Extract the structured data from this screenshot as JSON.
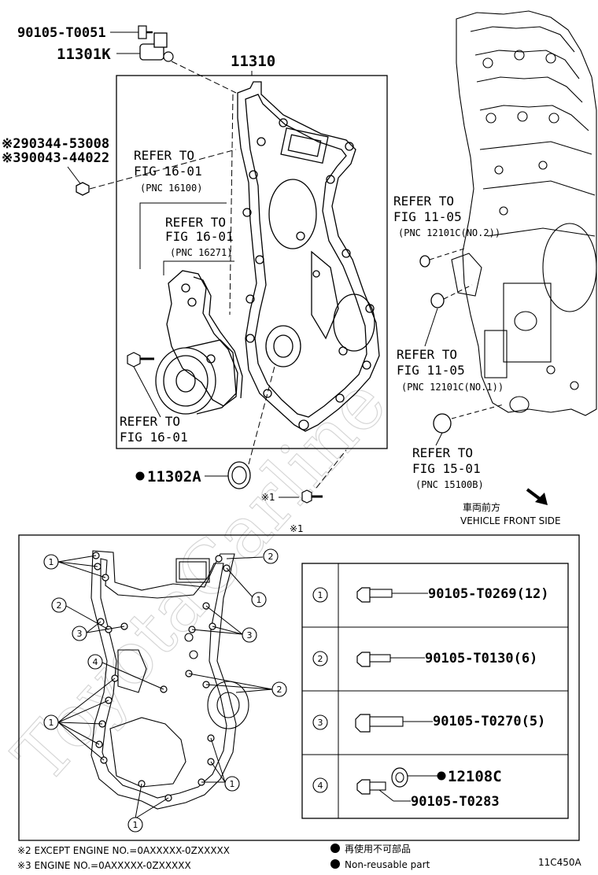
{
  "top_labels": {
    "bolt_pn": "90105-T0051",
    "sensor_pn": "11301K",
    "cover_pn": "11310",
    "nut_pn_line1": "※290344-53008",
    "nut_pn_line2": "※390043-44022",
    "seal_pn": "11302A",
    "bolt_ref_mark": "※1",
    "inset_ref_mark": "※1"
  },
  "refer_notes": [
    {
      "line1": "REFER TO",
      "line2": "FIG 16-01",
      "pnc": "(PNC 16100)"
    },
    {
      "line1": "REFER TO",
      "line2": "FIG 16-01",
      "pnc": "(PNC 16271)"
    },
    {
      "line1": "REFER TO",
      "line2": "FIG 16-01"
    },
    {
      "line1": "REFER TO",
      "line2": "FIG 11-05",
      "pnc": "(PNC 12101C(NO.2))"
    },
    {
      "line1": "REFER TO",
      "line2": "FIG 11-05",
      "pnc": "(PNC 12101C(NO.1))"
    },
    {
      "line1": "REFER TO",
      "line2": "FIG 15-01",
      "pnc": "(PNC 15100B)"
    }
  ],
  "vehicle_front": {
    "jp": "車両前方",
    "en": "VEHICLE FRONT SIDE"
  },
  "bolt_table": [
    {
      "num": "1",
      "pn": "90105-T0269(12)"
    },
    {
      "num": "2",
      "pn": "90105-T0130(6)"
    },
    {
      "num": "3",
      "pn": "90105-T0270(5)"
    },
    {
      "num": "4",
      "pn": "90105-T0283",
      "extra": "12108C"
    }
  ],
  "callout_numbers": {
    "one": "1",
    "two": "2",
    "three": "3",
    "four": "4"
  },
  "footnotes": {
    "note2": "※2 EXCEPT ENGINE NO.=0AXXXXX-0ZXXXXX",
    "note3": "※3 ENGINE NO.=0AXXXXX-0ZXXXXX"
  },
  "legend": {
    "jp": "再使用不可部品",
    "en": "Non-reusable part"
  },
  "figure_code": "11C450A",
  "watermark": "ToyotaCarline",
  "colors": {
    "line": "#000000",
    "watermark": "#d6d6d6"
  }
}
